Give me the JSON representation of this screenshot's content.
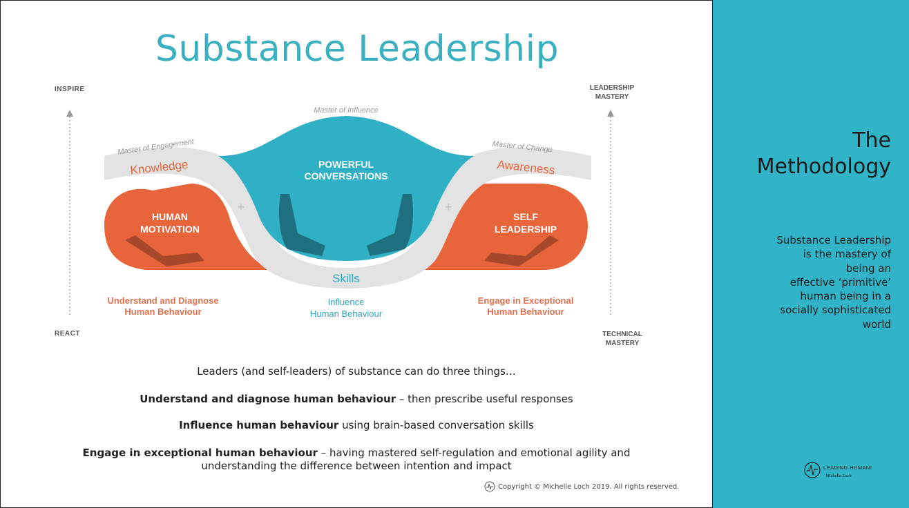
{
  "slide": {
    "title": "Substance Leadership",
    "copyright": "Copyright © Michelle Loch 2019. All rights reserved."
  },
  "diagram": {
    "axis_left_top": "INSPIRE",
    "axis_left_bottom": "REACT",
    "axis_right_top_1": "LEADERSHIP",
    "axis_right_top_2": "MASTERY",
    "axis_right_bottom_1": "TECHNICAL",
    "axis_right_bottom_2": "MASTERY",
    "master_influence": "Master of Influence",
    "master_engagement": "Master of Engagement",
    "master_change": "Master of Change",
    "knowledge": "Knowledge",
    "awareness": "Awareness",
    "skills": "Skills",
    "center_title_1": "POWERFUL",
    "center_title_2": "CONVERSATIONS",
    "left_title_1": "HUMAN",
    "left_title_2": "MOTIVATION",
    "right_title_1": "SELF",
    "right_title_2": "LEADERSHIP",
    "plus": "+",
    "left_caption_1": "Understand and Diagnose",
    "left_caption_2": "Human Behaviour",
    "center_caption_1": "Influence",
    "center_caption_2": "Human Behaviour",
    "right_caption_1": "Engage in Exceptional",
    "right_caption_2": "Human Behaviour"
  },
  "captions": {
    "intro": "Leaders (and self-leaders) of substance can do three things…",
    "line1_bold": "Understand and diagnose human behaviour",
    "line1_rest": " – then prescribe useful responses",
    "line2_bold": "Influence human behaviour",
    "line2_rest": " using brain-based conversation skills",
    "line3_bold": "Engage in exceptional human behaviour",
    "line3_rest": " – having mastered self-regulation and emotional agility and",
    "line3_cont": "understanding the difference between intention and impact"
  },
  "sidebar": {
    "title_line1": "The",
    "title_line2": "Methodology",
    "desc_1": "Substance Leadership",
    "desc_2": "is the mastery of",
    "desc_3": "being an",
    "desc_4": "effective ‘primitive’",
    "desc_5": "human being in a",
    "desc_6": "socially sophisticated",
    "desc_7": "world",
    "logo_text": "LEADING HUMANS",
    "logo_sub": "Michelle Loch"
  },
  "colors": {
    "teal": "#31b4c8",
    "orange": "#e8643a",
    "grey_band": "#e3e3e3",
    "dark_teal": "#1e6f80",
    "dark_orange": "#a8482a"
  }
}
